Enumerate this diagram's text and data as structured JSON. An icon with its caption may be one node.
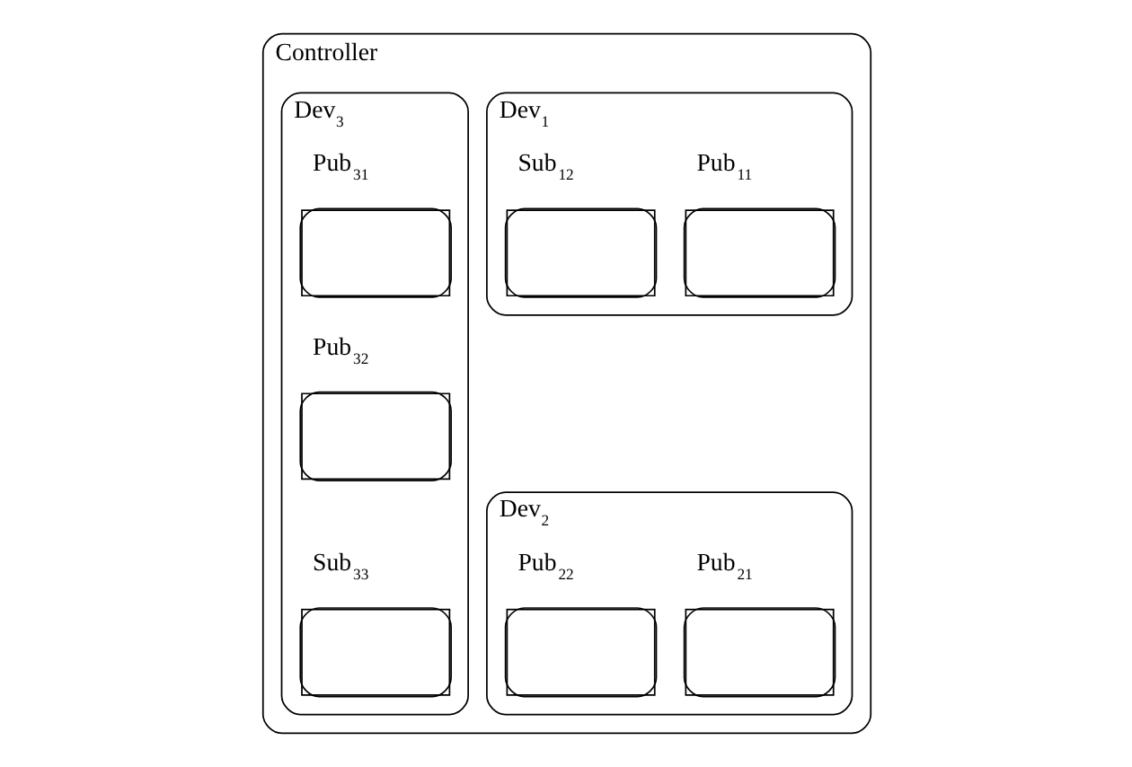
{
  "diagram": {
    "nodes": [
      {
        "text": [
          "Controller"
        ]
      },
      {
        "text": [
          "Dev$_{1}$"
        ],
        "in": 0
      },
      {
        "text": [
          "Pub$_{11}$"
        ],
        "in": 1
      },
      {
        "text": [
          "Sub$_{12}$"
        ],
        "in": 1
      },
      {
        "text": [
          "Dev$_{2}$"
        ],
        "in": 0
      },
      {
        "text": [
          "Pub$_{21}$"
        ],
        "in": 4
      },
      {
        "text": [
          "Pub$_{22}$"
        ],
        "in": 4
      },
      {
        "text": [
          "Dev$_{3}$"
        ],
        "in": 0
      },
      {
        "text": [
          "Pub$_{31}$"
        ],
        "in": 7
      },
      {
        "text": [
          "Pub$_{32}$"
        ],
        "in": 7
      },
      {
        "text": [
          "Sub$_{33}$"
        ],
        "in": 7
      }
    ],
    "edges": []
  }
}
